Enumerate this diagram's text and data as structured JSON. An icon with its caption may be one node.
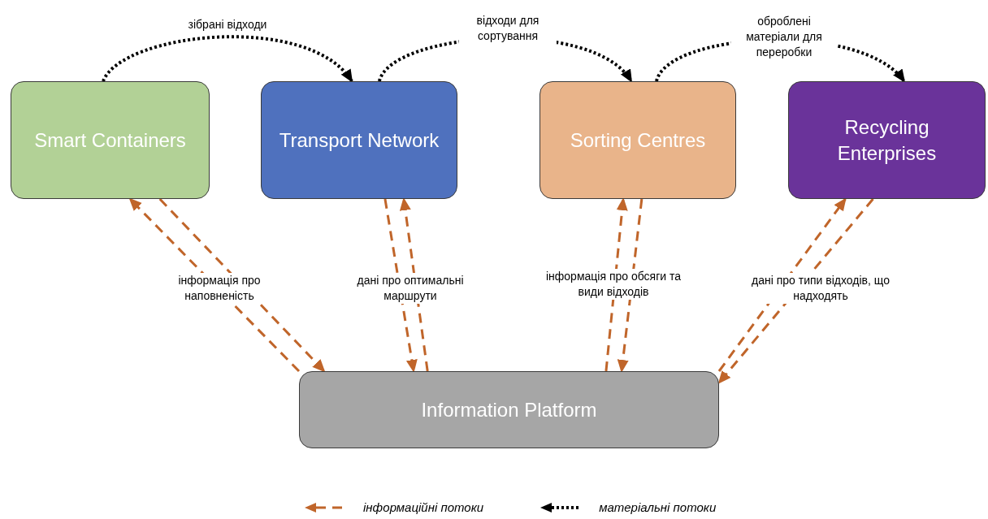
{
  "diagram": {
    "nodes": [
      {
        "text": [
          "Smart Containers"
        ]
      },
      {
        "text": [
          "Transport Network"
        ]
      },
      {
        "text": [
          "Sorting Centres"
        ]
      },
      {
        "text": [
          "Recycling Enterprises"
        ]
      },
      {
        "text": [
          "Information Platform"
        ]
      }
    ],
    "edges": [
      {
        "from": 0,
        "to": 1,
        "arrow": "to",
        "color": "#000000",
        "label": "зібрані відходи"
      },
      {
        "from": 1,
        "to": 2,
        "arrow": "to",
        "color": "#000000",
        "label": "відходи для сортування"
      },
      {
        "from": 2,
        "to": 3,
        "arrow": "to",
        "color": "#000000",
        "label": "оброблені матеріали для переробки"
      },
      {
        "from": 4,
        "to": 0,
        "arrow": "to",
        "style": "dashed",
        "color": "#c0652a",
        "label": "інформація про наповненість"
      },
      {
        "from": 0,
        "to": 4,
        "arrow": "to",
        "style": "dashed",
        "color": "#c0652a"
      },
      {
        "from": 4,
        "to": 1,
        "arrow": "to",
        "style": "dashed",
        "color": "#c0652a"
      },
      {
        "from": 1,
        "to": 4,
        "arrow": "to",
        "style": "dashed",
        "color": "#c0652a",
        "label": "дані про оптимальні маршрути"
      },
      {
        "from": 4,
        "to": 2,
        "arrow": "to",
        "style": "dashed",
        "color": "#c0652a",
        "label": "інформація про обсяги та види відходів"
      },
      {
        "from": 2,
        "to": 4,
        "arrow": "to",
        "style": "dashed",
        "color": "#c0652a"
      },
      {
        "from": 4,
        "to": 3,
        "arrow": "to",
        "style": "dashed",
        "color": "#c0652a",
        "label": "дані про типи відходів, що надходять"
      },
      {
        "from": 3,
        "to": 4,
        "arrow": "to",
        "style": "dashed",
        "color": "#c0652a"
      }
    ],
    "legend": [
      {
        "text": "інформаційні потоки"
      },
      {
        "text": "матеріальні потоки"
      }
    ]
  }
}
